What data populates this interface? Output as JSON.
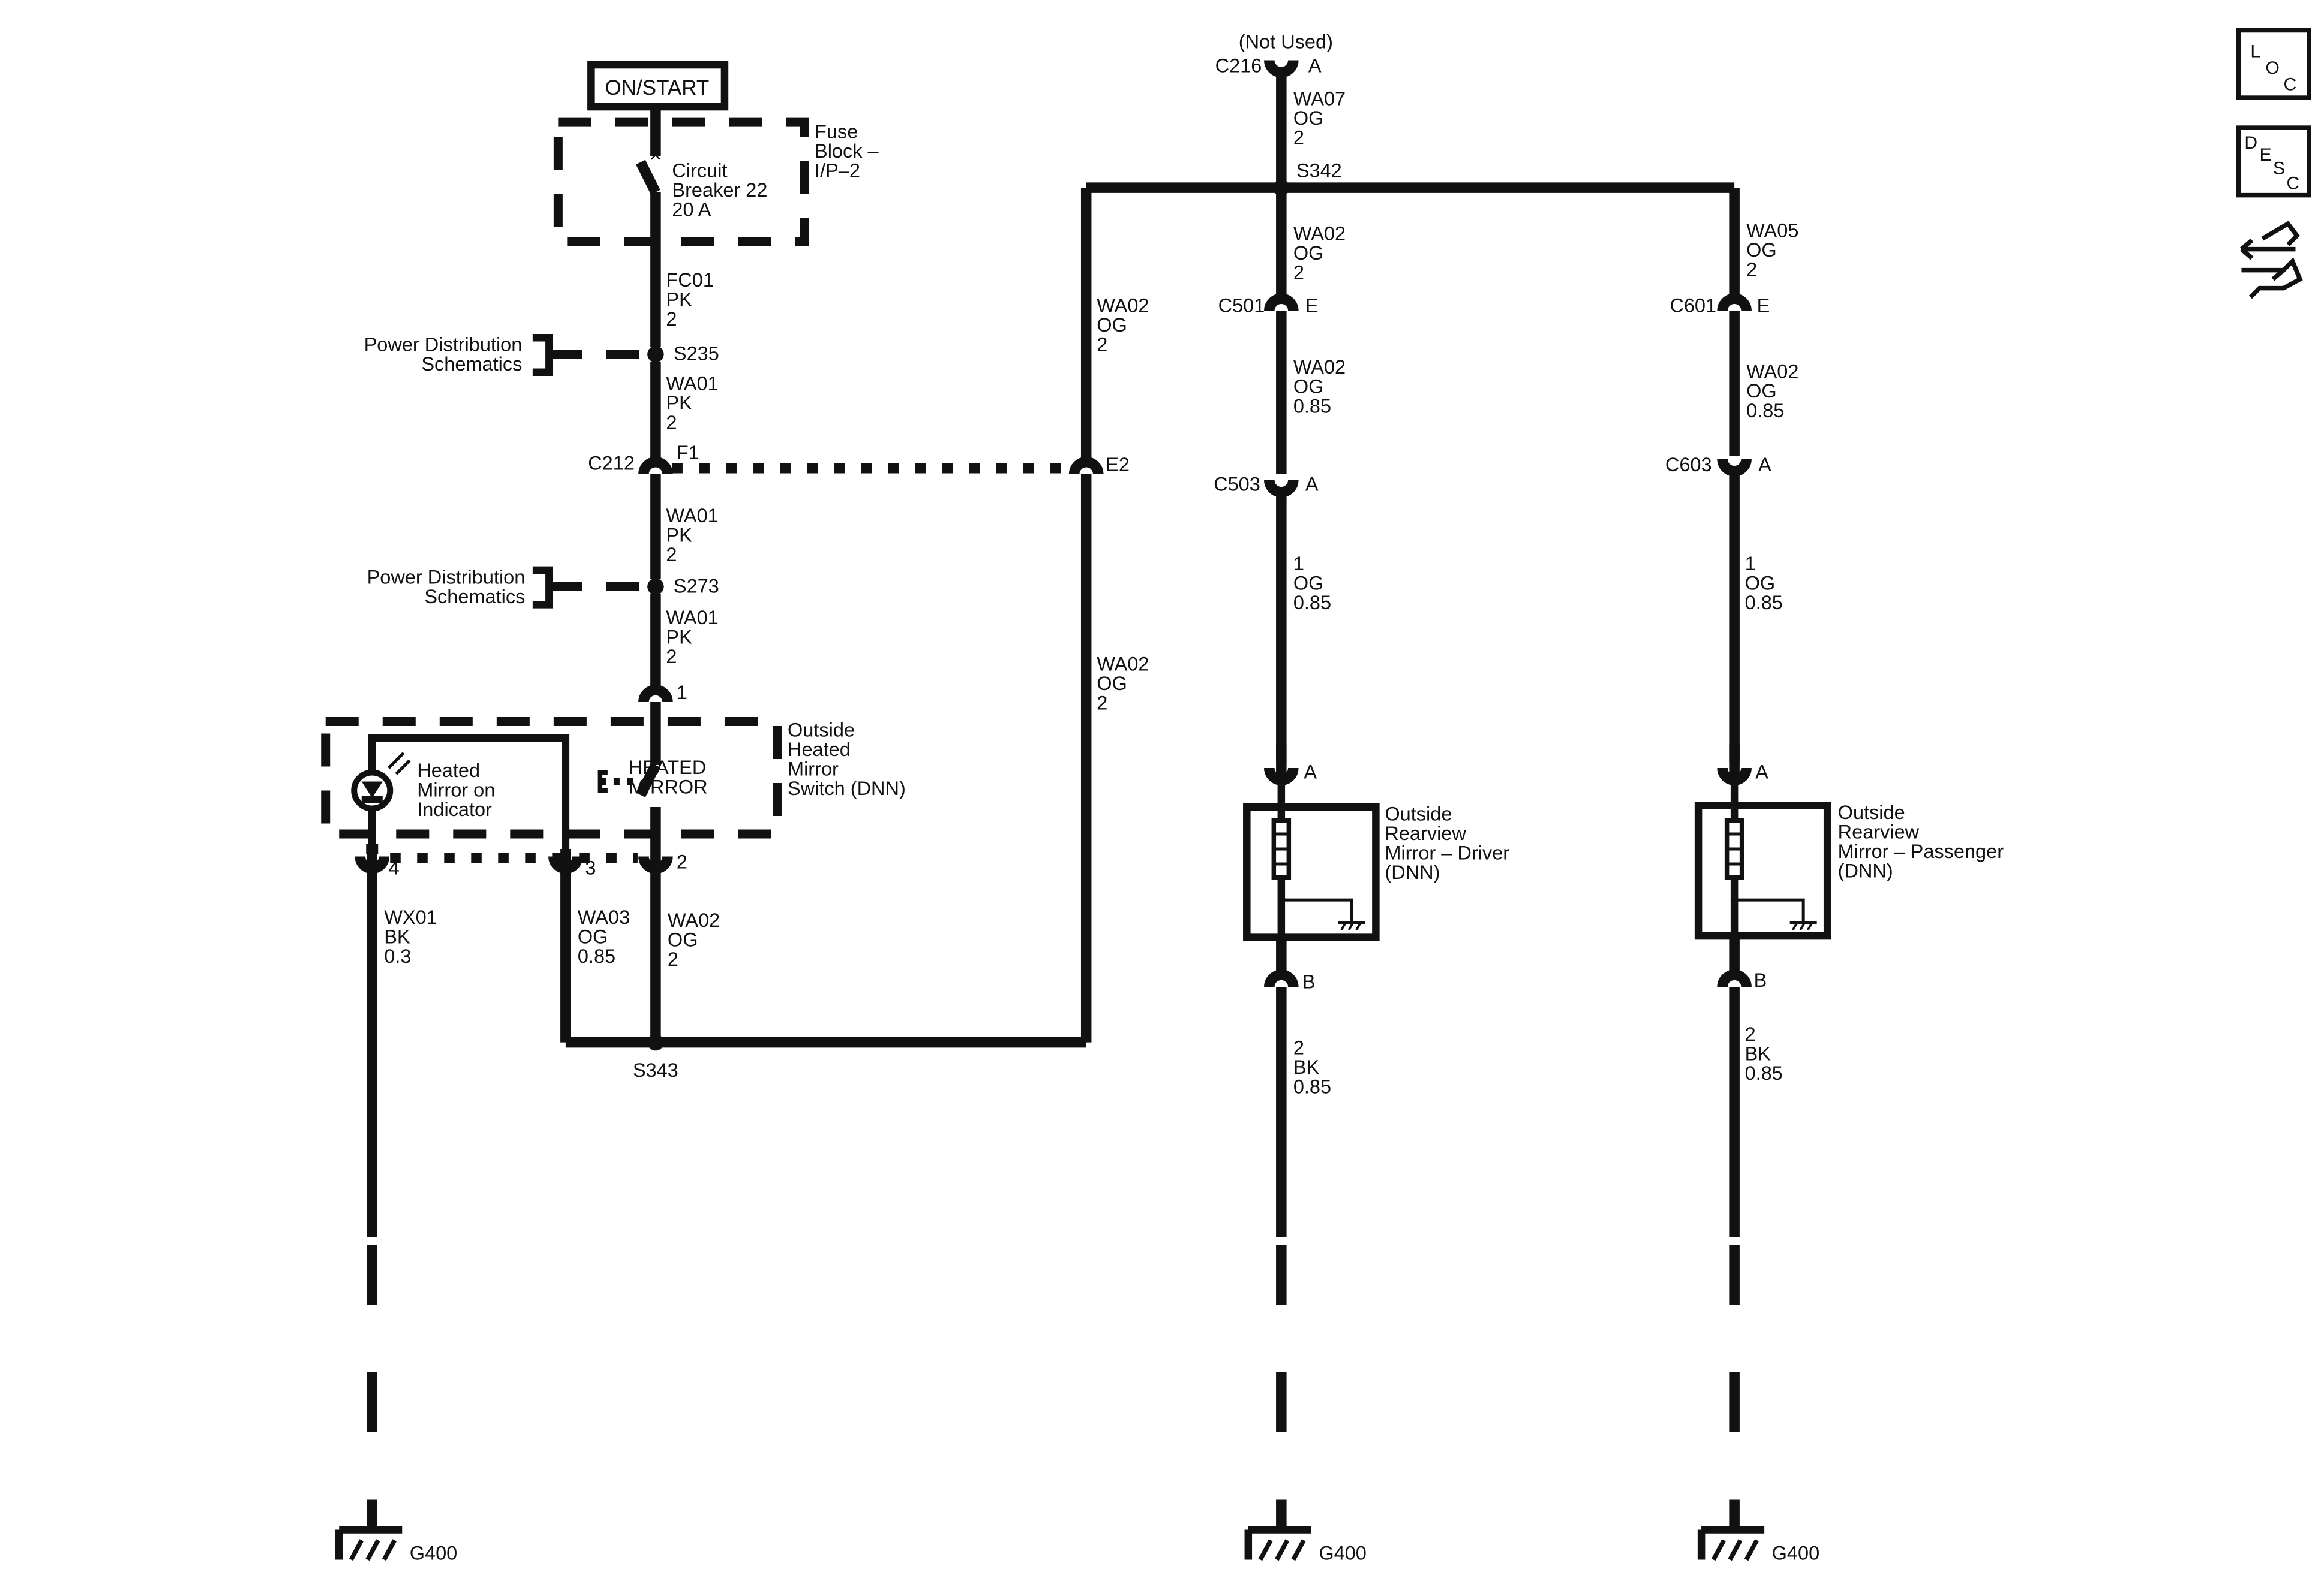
{
  "power": {
    "on_start": "ON/START"
  },
  "fuse_block": {
    "label": [
      "Fuse",
      "Block –",
      "I/P–2"
    ],
    "breaker": [
      "Circuit",
      "Breaker 22",
      "20 A"
    ]
  },
  "circuits": {
    "fc01": [
      "FC01",
      "PK",
      "2"
    ],
    "wa01_a": [
      "WA01",
      "PK",
      "2"
    ],
    "wa01_b": [
      "WA01",
      "PK",
      "2"
    ],
    "wa01_c": [
      "WA01",
      "PK",
      "2"
    ],
    "wa02_trunk_upper": [
      "WA02",
      "OG",
      "2"
    ],
    "wa02_trunk_lower": [
      "WA02",
      "OG",
      "2"
    ],
    "wa07": [
      "WA07",
      "OG",
      "2"
    ],
    "wa02_driver_top": [
      "WA02",
      "OG",
      "2"
    ],
    "wa02_driver_mid": [
      "WA02",
      "OG",
      "0.85"
    ],
    "og1_driver": [
      "1",
      "OG",
      "0.85"
    ],
    "bk2_driver": [
      "2",
      "BK",
      "0.85"
    ],
    "wa05": [
      "WA05",
      "OG",
      "2"
    ],
    "wa02_pass_mid": [
      "WA02",
      "OG",
      "0.85"
    ],
    "og1_pass": [
      "1",
      "OG",
      "0.85"
    ],
    "bk2_pass": [
      "2",
      "BK",
      "0.85"
    ],
    "wx01": [
      "WX01",
      "BK",
      "0.3"
    ],
    "wa03": [
      "WA03",
      "OG",
      "0.85"
    ],
    "wa02_switch": [
      "WA02",
      "OG",
      "2"
    ]
  },
  "splices": {
    "s235": "S235",
    "s273": "S273",
    "s342": "S342",
    "s343": "S343"
  },
  "power_refs": {
    "ref1": [
      "Power Distribution",
      "Schematics"
    ],
    "ref2": [
      "Power Distribution",
      "Schematics"
    ]
  },
  "connectors": {
    "c212": "C212",
    "c212_pin_f1": "F1",
    "c212_pin_e2": "E2",
    "c216_note": "(Not Used)",
    "c216": "C216",
    "c216_pin": "A",
    "c501": "C501",
    "c501_pin": "E",
    "c503": "C503",
    "c503_pin": "A",
    "c601": "C601",
    "c601_pin": "E",
    "c603": "C603",
    "c603_pin": "A",
    "switch_pin1": "1",
    "switch_pin2": "2",
    "switch_pin3": "3",
    "switch_pin4": "4",
    "driver_pin_a": "A",
    "driver_pin_b": "B",
    "pass_pin_a": "A",
    "pass_pin_b": "B"
  },
  "switch": {
    "label": [
      "Outside",
      "Heated",
      "Mirror",
      "Switch (DNN)"
    ],
    "indicator": [
      "Heated",
      "Mirror on",
      "Indicator"
    ],
    "button": [
      "HEATED",
      "MIRROR"
    ]
  },
  "mirrors": {
    "driver": [
      "Outside",
      "Rearview",
      "Mirror – Driver",
      "(DNN)"
    ],
    "passenger": [
      "Outside",
      "Rearview",
      "Mirror – Passenger",
      "(DNN)"
    ]
  },
  "grounds": {
    "g1": "G400",
    "g2": "G400",
    "g3": "G400"
  },
  "side_icons": {
    "loc": [
      "L",
      "O",
      "C"
    ],
    "desc": [
      "D",
      "E",
      "S",
      "C"
    ],
    "icon_names": [
      "loc-icon",
      "desc-icon",
      "navigation-hand-icon"
    ]
  }
}
